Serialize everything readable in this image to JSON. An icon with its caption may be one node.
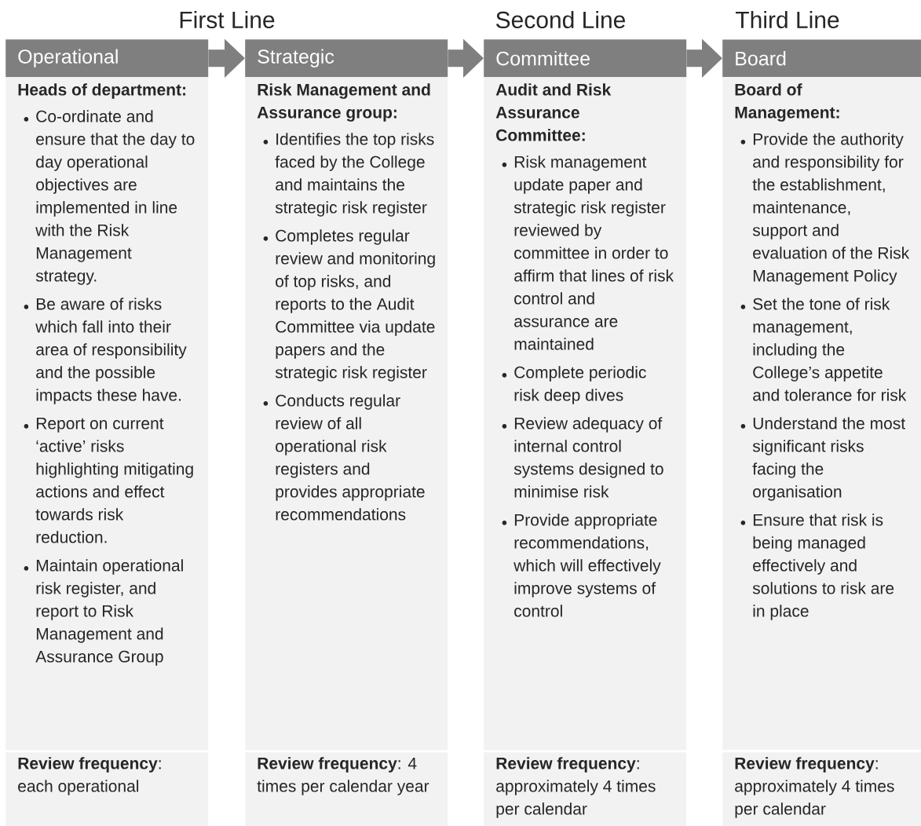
{
  "diagram": {
    "nodes": [
      {
        "text": [
          "Operational"
        ]
      },
      {
        "text": [
          "Heads of department:",
          "Co-ordinate and ensure that the day to day operational objectives are implemented in line with the Risk Management strategy.",
          "Be aware of risks which fall into their area of responsibility and the possible impacts these have.",
          "Report on current ‘active’ risks highlighting mitigating actions and effect towards risk reduction.",
          "Maintain operational risk register, and report to Risk Management and Assurance Group"
        ]
      },
      {
        "text": [
          "**Review frequency**: each operational"
        ]
      },
      {
        "text": [
          "Strategic"
        ]
      },
      {
        "text": [
          "Risk Management and Assurance group:",
          "Identifies the top risks faced by the College and maintains the strategic risk register",
          "Completes regular review and monitoring of top risks, and reports to the Audit Committee via update papers and the strategic risk register",
          "Conducts regular review of all operational risk registers and provides appropriate recommendations"
        ]
      },
      {
        "text": [
          "**Review frequency**: 4 times per calendar year"
        ]
      },
      {
        "text": [
          "Committee"
        ]
      },
      {
        "text": [
          "Audit and Risk Assurance Committee:",
          "Risk management update paper and strategic risk register reviewed by committee in order to affirm that lines of risk control and assurance are maintained",
          "Complete periodic risk deep dives",
          "Review adequacy of internal control systems designed to minimise risk",
          "Provide appropriate recommendations, which will effectively improve systems of control"
        ]
      },
      {
        "text": [
          "**Review frequency**: approximately 4 times per calendar"
        ]
      },
      {
        "text": [
          "Board"
        ]
      },
      {
        "text": [
          "Board of Management:",
          "Provide the authority and responsibility for the establishment, maintenance, support and evaluation of the Risk Management Policy",
          "Set the tone of risk management, including the College’s appetite and tolerance for risk",
          "Understand the most significant risks facing the organisation",
          "Ensure that risk is being managed effectively and solutions to risk are in place"
        ]
      },
      {
        "text": [
          "**Review frequency**: approximately 4 times per calendar"
        ]
      }
    ],
    "edges": [
      {
        "from": 0,
        "to": 3,
        "arrow": "to"
      },
      {
        "from": 3,
        "to": 6,
        "arrow": "to"
      },
      {
        "from": 6,
        "to": 9,
        "arrow": "to"
      }
    ],
    "labels": [
      "First Line",
      "Second Line",
      "Third Line"
    ]
  }
}
